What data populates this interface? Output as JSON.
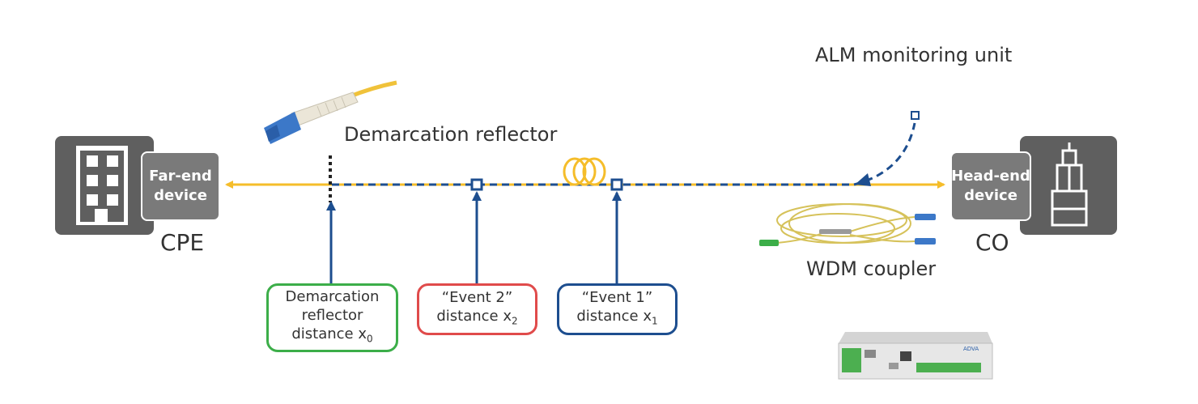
{
  "labels": {
    "alm_unit": "ALM monitoring unit",
    "demarcation_reflector": "Demarcation reflector",
    "cpe": "CPE",
    "co": "CO",
    "wdm_coupler": "WDM coupler"
  },
  "devices": {
    "far_end": [
      "Far-end",
      "device"
    ],
    "head_end": [
      "Head-end",
      "device"
    ]
  },
  "boxes": {
    "demarcation": {
      "lines": [
        "Demarcation",
        "reflector"
      ],
      "text": "distance x",
      "subscript": "0",
      "color": "#3cae49"
    },
    "event2": {
      "lines": [
        "“Event 2”"
      ],
      "text": "distance x",
      "subscript": "2",
      "color": "#e04b4b"
    },
    "event1": {
      "lines": [
        "“Event 1”"
      ],
      "text": "distance x",
      "subscript": "1",
      "color": "#1d4e8f"
    }
  },
  "colors": {
    "fiber_yellow": "#f5bd2a",
    "monitor_blue": "#1d4e8f",
    "building_dark": "#5f5f5f",
    "device_gray": "#7a7a7a"
  },
  "icons": [
    "building-icon",
    "co-building-icon",
    "lc-connector-icon",
    "fiber-spool-icon",
    "wdm-coupler-icon",
    "alm-device-icon"
  ]
}
